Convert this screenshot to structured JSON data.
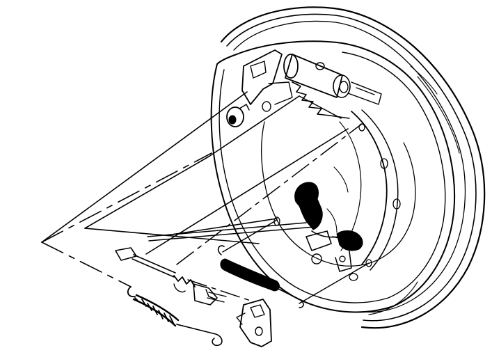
{
  "diagram": {
    "kind": "exploded-view line drawing",
    "subject_components": [
      "drum-brake-backing-plate",
      "brake-drum",
      "wheel-cylinder",
      "brake-shoe",
      "adjuster-spring",
      "return-spring",
      "adjuster-screw",
      "adjuster-lever",
      "hold-down-pin"
    ],
    "colors": {
      "ink": "#000000",
      "background": "#ffffff"
    },
    "text_labels": []
  }
}
